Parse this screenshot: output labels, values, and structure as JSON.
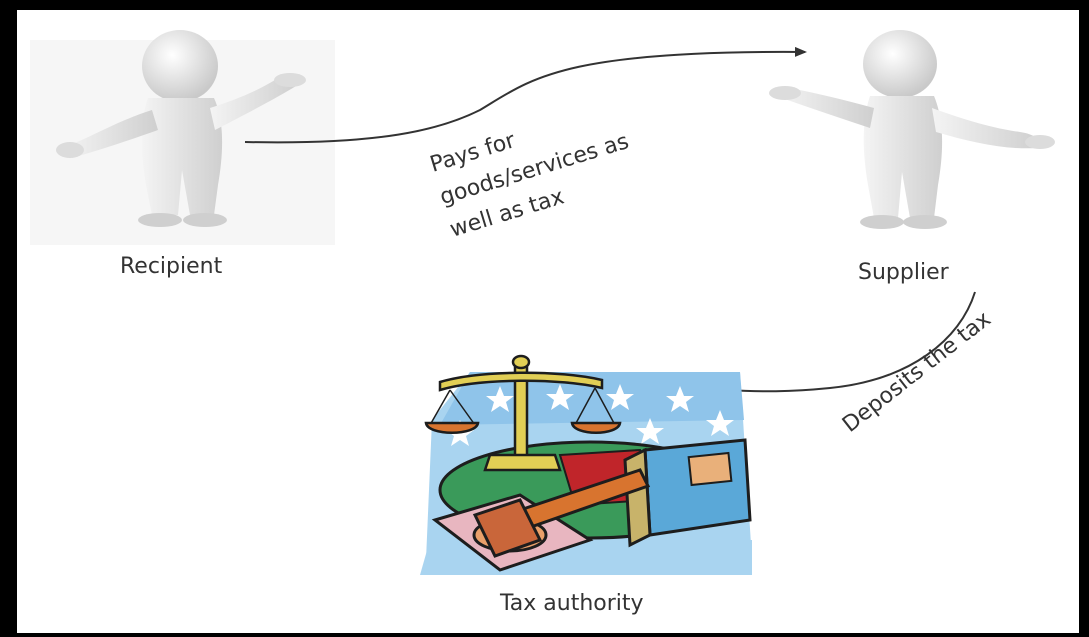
{
  "actors": {
    "recipient": "Recipient",
    "supplier": "Supplier",
    "tax_authority": "Tax authority"
  },
  "flows": {
    "payment": {
      "line1": "Pays for",
      "line2": "goods/services as",
      "line3": "well as tax"
    },
    "deposit": "Deposits the tax"
  },
  "icons": [
    "person-figure-icon",
    "person-figure-icon",
    "scales-of-justice-icon",
    "gavel-icon",
    "law-book-icon"
  ],
  "colors": {
    "border": "#000000",
    "figure": "#e6e6e6",
    "arrow": "#333333",
    "scales": "#d8c44a",
    "base": "#3a9a5a"
  }
}
